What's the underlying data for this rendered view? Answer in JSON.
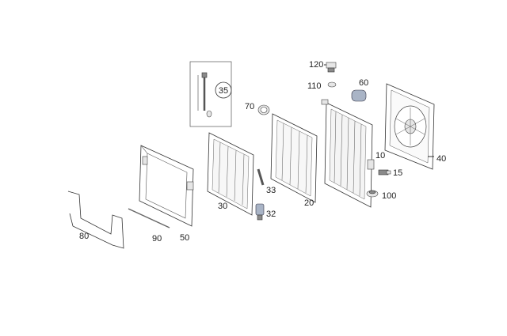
{
  "callouts": {
    "p120": "120",
    "p110": "110",
    "p60": "60",
    "p35": "35",
    "p70": "70",
    "p10": "10",
    "p40": "40",
    "p15": "15",
    "p100": "100",
    "p33": "33",
    "p32": "32",
    "p30": "30",
    "p20": "20",
    "p80": "80",
    "p90": "90",
    "p50": "50"
  }
}
